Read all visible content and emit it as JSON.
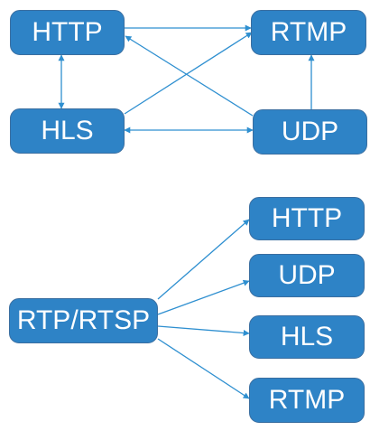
{
  "colors": {
    "node_fill": "#2e83c6",
    "edge": "#2e8fd0"
  },
  "top_group": {
    "nodes": {
      "http": "HTTP",
      "rtmp": "RTMP",
      "hls": "HLS",
      "udp": "UDP"
    },
    "edges": [
      {
        "from": "http",
        "to": "rtmp",
        "direction": "forward"
      },
      {
        "from": "http",
        "to": "hls",
        "direction": "both"
      },
      {
        "from": "hls",
        "to": "rtmp",
        "direction": "forward"
      },
      {
        "from": "udp",
        "to": "http",
        "direction": "forward"
      },
      {
        "from": "hls",
        "to": "udp",
        "direction": "both"
      },
      {
        "from": "udp",
        "to": "rtmp",
        "direction": "forward"
      }
    ]
  },
  "bottom_group": {
    "nodes": {
      "rtp_rtsp": "RTP/RTSP",
      "http": "HTTP",
      "udp": "UDP",
      "hls": "HLS",
      "rtmp": "RTMP"
    },
    "edges": [
      {
        "from": "rtp_rtsp",
        "to": "http",
        "direction": "forward"
      },
      {
        "from": "rtp_rtsp",
        "to": "udp",
        "direction": "forward"
      },
      {
        "from": "rtp_rtsp",
        "to": "hls",
        "direction": "forward"
      },
      {
        "from": "rtp_rtsp",
        "to": "rtmp",
        "direction": "forward"
      }
    ]
  }
}
